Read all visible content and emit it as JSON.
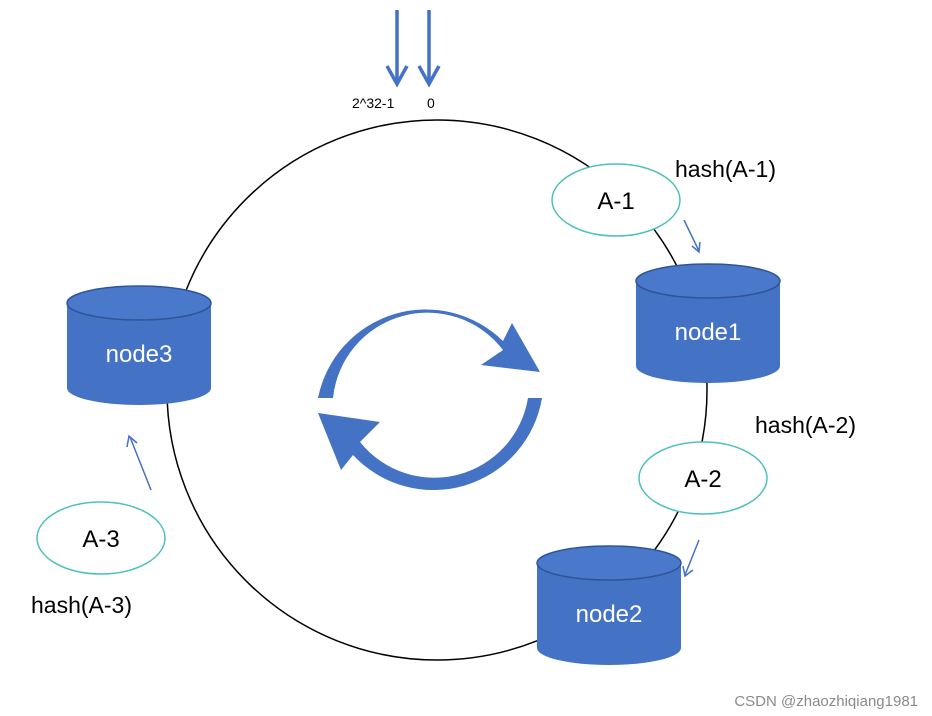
{
  "diagram": {
    "top_labels": {
      "max": "2^32-1",
      "zero": "0"
    },
    "nodes": [
      {
        "id": "node1",
        "label": "node1"
      },
      {
        "id": "node2",
        "label": "node2"
      },
      {
        "id": "node3",
        "label": "node3"
      }
    ],
    "keys": [
      {
        "id": "A-1",
        "label": "A-1",
        "hash_label": "hash(A-1)"
      },
      {
        "id": "A-2",
        "label": "A-2",
        "hash_label": "hash(A-2)"
      },
      {
        "id": "A-3",
        "label": "A-3",
        "hash_label": "hash(A-3)"
      }
    ],
    "colors": {
      "node_fill": "#4472C4",
      "node_top": "#4A78CA",
      "ellipse_stroke": "#4EC1BE",
      "ring": "#000000",
      "arrow": "#4472C4"
    }
  },
  "watermark": "CSDN @zhaozhiqiang1981"
}
